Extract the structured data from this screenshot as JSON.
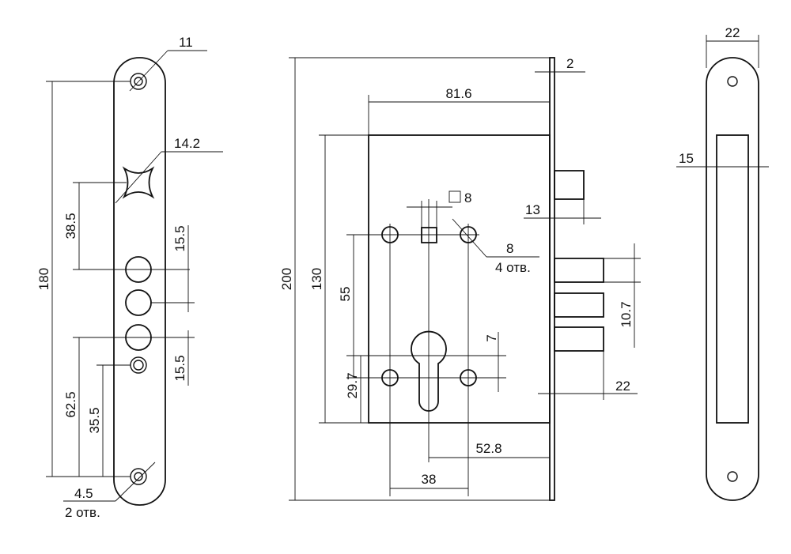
{
  "dimensions": {
    "faceplate_hole_dia": "11",
    "spindle_slot_width": "14.2",
    "faceplate_length": "180",
    "spindle_to_bolt": "38.5",
    "bolt_pitch_top": "15.5",
    "bolt_pitch_bottom": "15.5",
    "bottom_to_bolt": "62.5",
    "bottom_to_latch": "35.5",
    "mount_hole_dia": "4.5",
    "mount_hole_count": "2 отв.",
    "overall_height": "200",
    "body_height": "130",
    "body_depth": "81.6",
    "faceplate_thickness": "2",
    "square_spindle": "8",
    "latch_projection": "13",
    "fixing_hole_dia": "8",
    "fixing_hole_count": "4 отв.",
    "fixing_hole_pitch_v": "55",
    "cylinder_to_bottom": "29.7",
    "cylinder_dim_7": "7",
    "bolt_width": "10.7",
    "bolt_throw": "22",
    "backset": "52.8",
    "fixing_hole_pitch_h": "38",
    "strike_width": "22",
    "strike_window": "15"
  }
}
